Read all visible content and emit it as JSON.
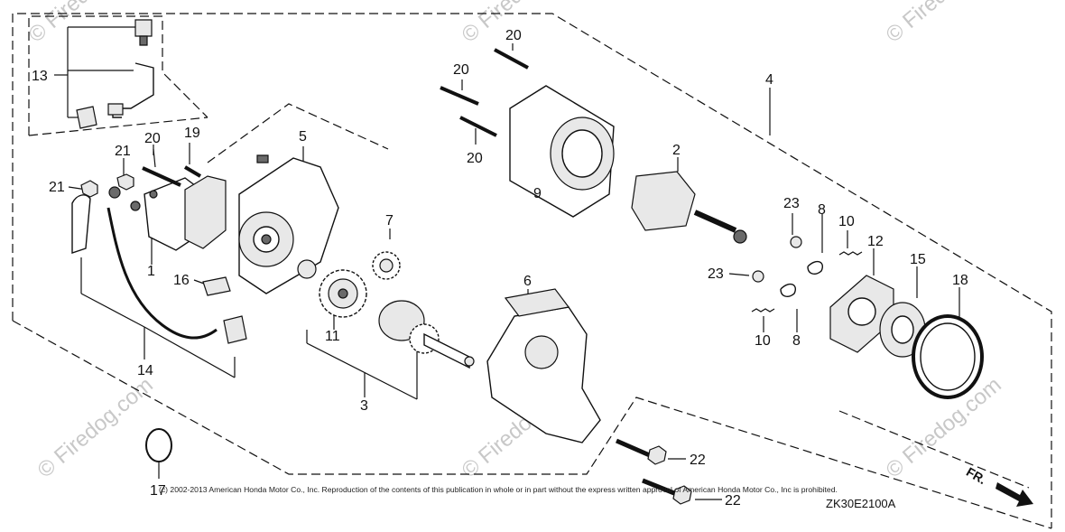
{
  "callouts": {
    "c1": "1",
    "c2": "2",
    "c3": "3",
    "c4": "4",
    "c5": "5",
    "c6": "6",
    "c7": "7",
    "c8a": "8",
    "c8b": "8",
    "c9": "9",
    "c10a": "10",
    "c10b": "10",
    "c11": "11",
    "c12": "12",
    "c13": "13",
    "c14": "14",
    "c15": "15",
    "c16": "16",
    "c17": "17",
    "c18": "18",
    "c19": "19",
    "c20a": "20",
    "c20b": "20",
    "c20c": "20",
    "c20d": "20",
    "c21a": "21",
    "c21b": "21",
    "c22a": "22",
    "c22b": "22",
    "c23a": "23",
    "c23b": "23"
  },
  "watermark": "© Firedog.com",
  "footer": {
    "copyright": "(c) 2002-2013 American Honda Motor Co., Inc. Reproduction of the contents of this publication in whole or in part without the express written approval of American Honda Motor Co., Inc is prohibited.",
    "diagram_code": "ZK30E2100A",
    "direction_label": "FR."
  }
}
